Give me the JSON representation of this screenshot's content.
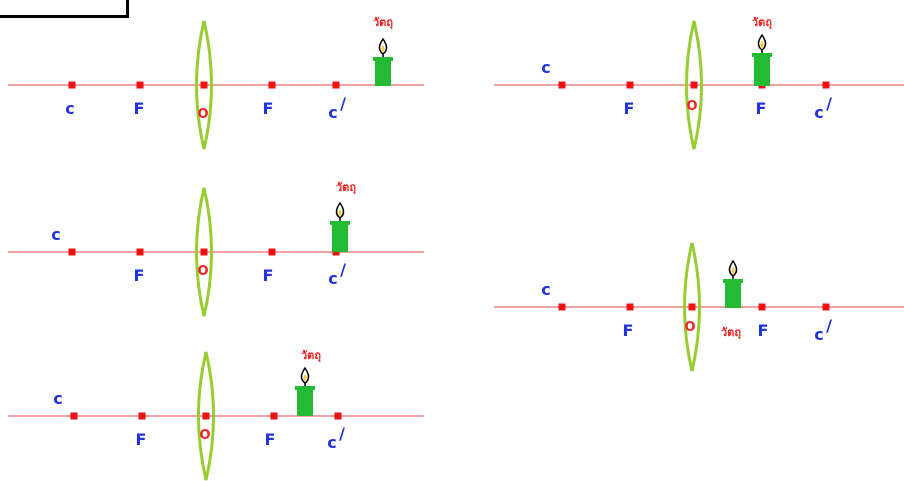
{
  "labels": {
    "center": "c",
    "focus": "F",
    "optical_center": "O",
    "center_prime": "c",
    "prime_mark": "/",
    "object": "วัตถุ"
  },
  "colors": {
    "axis": "#f4a0a0",
    "point": "#ee1111",
    "lens": "#99cc33",
    "text_blue": "#2233dd",
    "text_red": "#ee2222",
    "candle_body": "#22bb33",
    "flame": "#ffffff"
  },
  "diagrams": [
    {
      "id": "object-beyond-2f",
      "candle_position": "beyond c/"
    },
    {
      "id": "object-at-2f",
      "candle_position": "at c/"
    },
    {
      "id": "object-between-f-and-2f",
      "candle_position": "between F and c/"
    },
    {
      "id": "object-at-f",
      "candle_position": "at F"
    },
    {
      "id": "object-inside-f",
      "candle_position": "between O and F"
    }
  ]
}
